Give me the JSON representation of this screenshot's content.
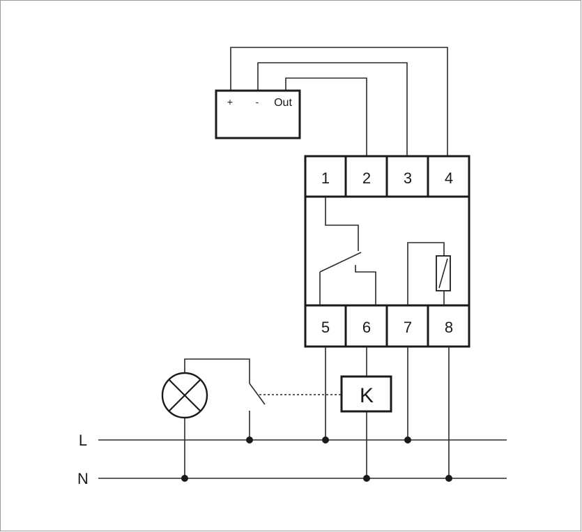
{
  "sensor": {
    "plus_label": "+",
    "minus_label": "-",
    "out_label": "Out"
  },
  "relay": {
    "top_terminals": [
      "1",
      "2",
      "3",
      "4"
    ],
    "bottom_terminals": [
      "5",
      "6",
      "7",
      "8"
    ]
  },
  "contactor": {
    "label": "K"
  },
  "lines": {
    "live_label": "L",
    "neutral_label": "N"
  },
  "colors": {
    "ink": "#1a1a1a",
    "background": "#ffffff",
    "frame": "#9a9a9a"
  }
}
